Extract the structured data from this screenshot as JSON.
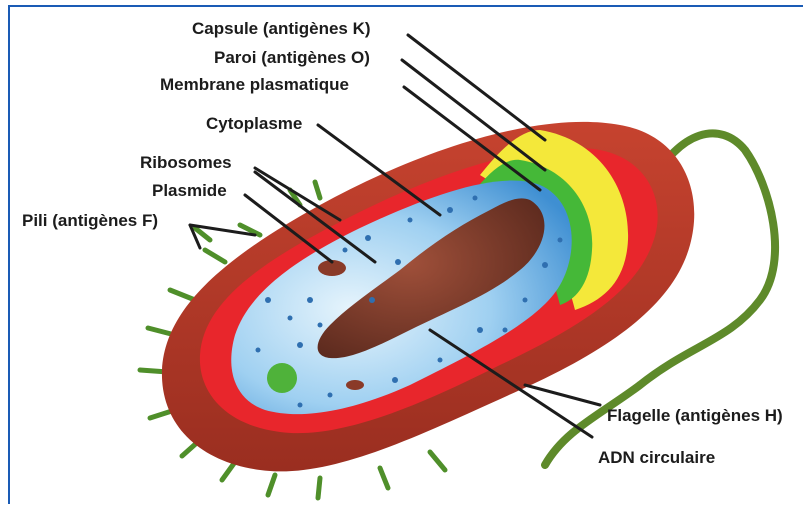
{
  "labels": {
    "capsule": "Capsule (antigènes K)",
    "paroi": "Paroi (antigènes O)",
    "membrane": "Membrane plasmatique",
    "cytoplasme": "Cytoplasme",
    "ribosomes": "Ribosomes",
    "plasmide": "Plasmide",
    "pili": "Pili (antigènes F)",
    "flagelle": "Flagelle (antigènes H)",
    "adn": "ADN circulaire"
  },
  "colors": {
    "capsule": "#b8392a",
    "capsule_dark": "#8e2a1e",
    "paroi": "#e8262c",
    "membrane_green": "#45b838",
    "yellow_layer": "#f4e83a",
    "cytoplasm": "#a9d6f2",
    "cytoplasm_dark": "#4e9fd8",
    "dna": "#7a3a2a",
    "pili": "#4f8f2a",
    "flagellum": "#5e8a2a",
    "frame": "#1a5bb5"
  }
}
